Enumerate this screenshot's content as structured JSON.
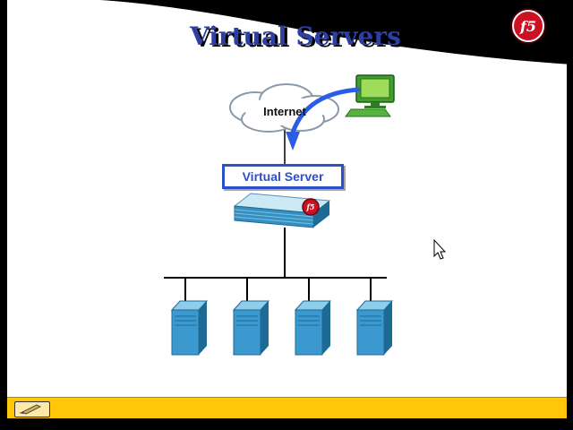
{
  "title": "Virtual Servers",
  "logo": {
    "text": "f5"
  },
  "diagram": {
    "internet_label": "Internet",
    "virtual_server_label": "Virtual Server",
    "appliance_badge": "f5",
    "server_count": 4
  },
  "colors": {
    "slide_bg": "#ffffff",
    "frame": "#000000",
    "title_text": "#2d3fa0",
    "accent_blue": "#2b50c8",
    "arrow_blue": "#2b5ce6",
    "server_blue": "#3b99cf",
    "server_side": "#1d6a94",
    "server_top": "#8fcdea",
    "f5_red": "#cc1122",
    "computer_green": "#57b33e",
    "bottom_bar": "#ffc60a"
  }
}
